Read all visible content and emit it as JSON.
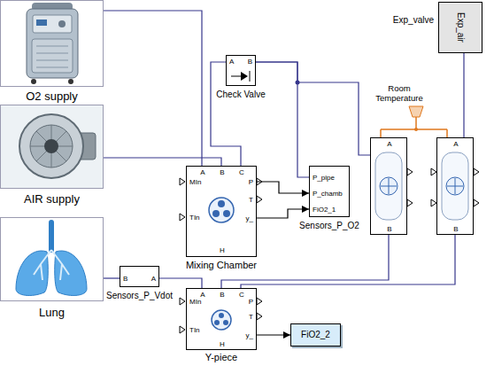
{
  "diagram": {
    "nodes": [
      {
        "text": [
          "O2 supply"
        ]
      },
      {
        "text": [
          "AIR supply"
        ]
      },
      {
        "text": [
          "Lung"
        ]
      },
      {
        "text": [
          "Check Valve",
          "A",
          "B"
        ]
      },
      {
        "text": [
          "Mixing Chamber",
          "A",
          "B",
          "C",
          "MIn",
          "TIn",
          "P",
          "T",
          "y_",
          "H"
        ]
      },
      {
        "text": [
          "Sensors_P_O2",
          "P_pipe",
          "P_chamb",
          "FiO2_1"
        ]
      },
      {
        "text": [
          "Sensors_P_Vdot",
          "B",
          "A"
        ]
      },
      {
        "text": [
          "Y-piece",
          "A",
          "B",
          "C",
          "MIn",
          "TIn",
          "P",
          "T",
          "y_",
          "H"
        ]
      },
      {
        "text": [
          "FiO2_2"
        ]
      },
      {
        "text": [
          "Exp_air"
        ]
      },
      {
        "text": [
          "A",
          "B"
        ]
      },
      {
        "text": [
          "A",
          "B"
        ]
      }
    ],
    "edges": [
      {
        "from": 0,
        "to": 4,
        "arrow": "none"
      },
      {
        "from": 1,
        "to": 4,
        "arrow": "none"
      },
      {
        "from": 4,
        "to": 3,
        "arrow": "none"
      },
      {
        "from": 3,
        "to": 5,
        "arrow": "none"
      },
      {
        "from": 3,
        "to": 10,
        "arrow": "none"
      },
      {
        "from": 4,
        "to": 5,
        "arrow": "to"
      },
      {
        "from": 4,
        "to": 5,
        "arrow": "to"
      },
      {
        "from": 2,
        "to": 6,
        "arrow": "none"
      },
      {
        "from": 6,
        "to": 7,
        "arrow": "none"
      },
      {
        "from": 10,
        "to": 7,
        "arrow": "none"
      },
      {
        "from": 7,
        "to": 11,
        "arrow": "none"
      },
      {
        "from": 11,
        "to": 9,
        "arrow": "none"
      },
      {
        "from": 7,
        "to": 8,
        "arrow": "to"
      }
    ],
    "labels": [
      "Exp_valve",
      "Room Temperature"
    ]
  }
}
